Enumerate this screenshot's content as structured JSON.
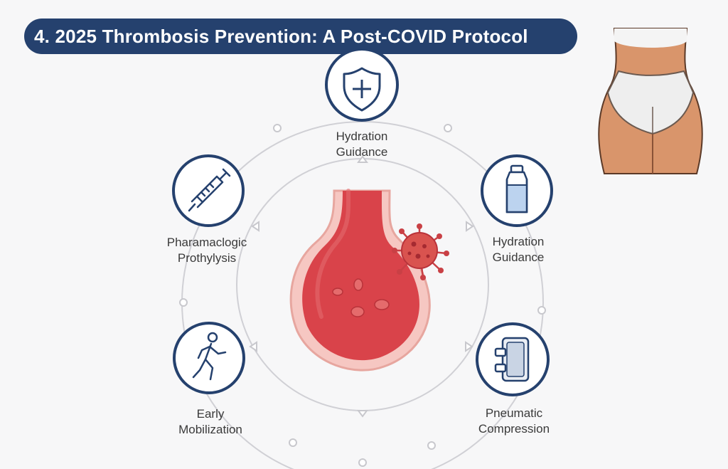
{
  "title": "4. 2025 Thrombosis Prevention: A Post-COVID Protocol",
  "colors": {
    "title_bg": "#25416e",
    "title_text": "#ffffff",
    "node_stroke": "#25416e",
    "ring": "#cfcfd4",
    "vessel": "#d9434a",
    "virus": "#c94045"
  },
  "center": {
    "icon": "blood-vessel-clot-with-virus-icon"
  },
  "nodes": [
    {
      "id": "top",
      "icon": "shield-plus-icon",
      "label_line1": "Hydration",
      "label_line2": "Guidance"
    },
    {
      "id": "upper-left",
      "icon": "syringe-icon",
      "label_line1": "Pharamaclogic",
      "label_line2": "Prothylysis"
    },
    {
      "id": "upper-right",
      "icon": "water-bottle-icon",
      "label_line1": "Hydration",
      "label_line2": "Guidance"
    },
    {
      "id": "lower-left",
      "icon": "walking-person-icon",
      "label_line1": "Early",
      "label_line2": "Mobilization"
    },
    {
      "id": "lower-right",
      "icon": "compression-sleeve-icon",
      "label_line1": "Pneumatic",
      "label_line2": "Compression"
    }
  ],
  "side_image": {
    "icon": "torso-underwear-illustration-icon"
  }
}
